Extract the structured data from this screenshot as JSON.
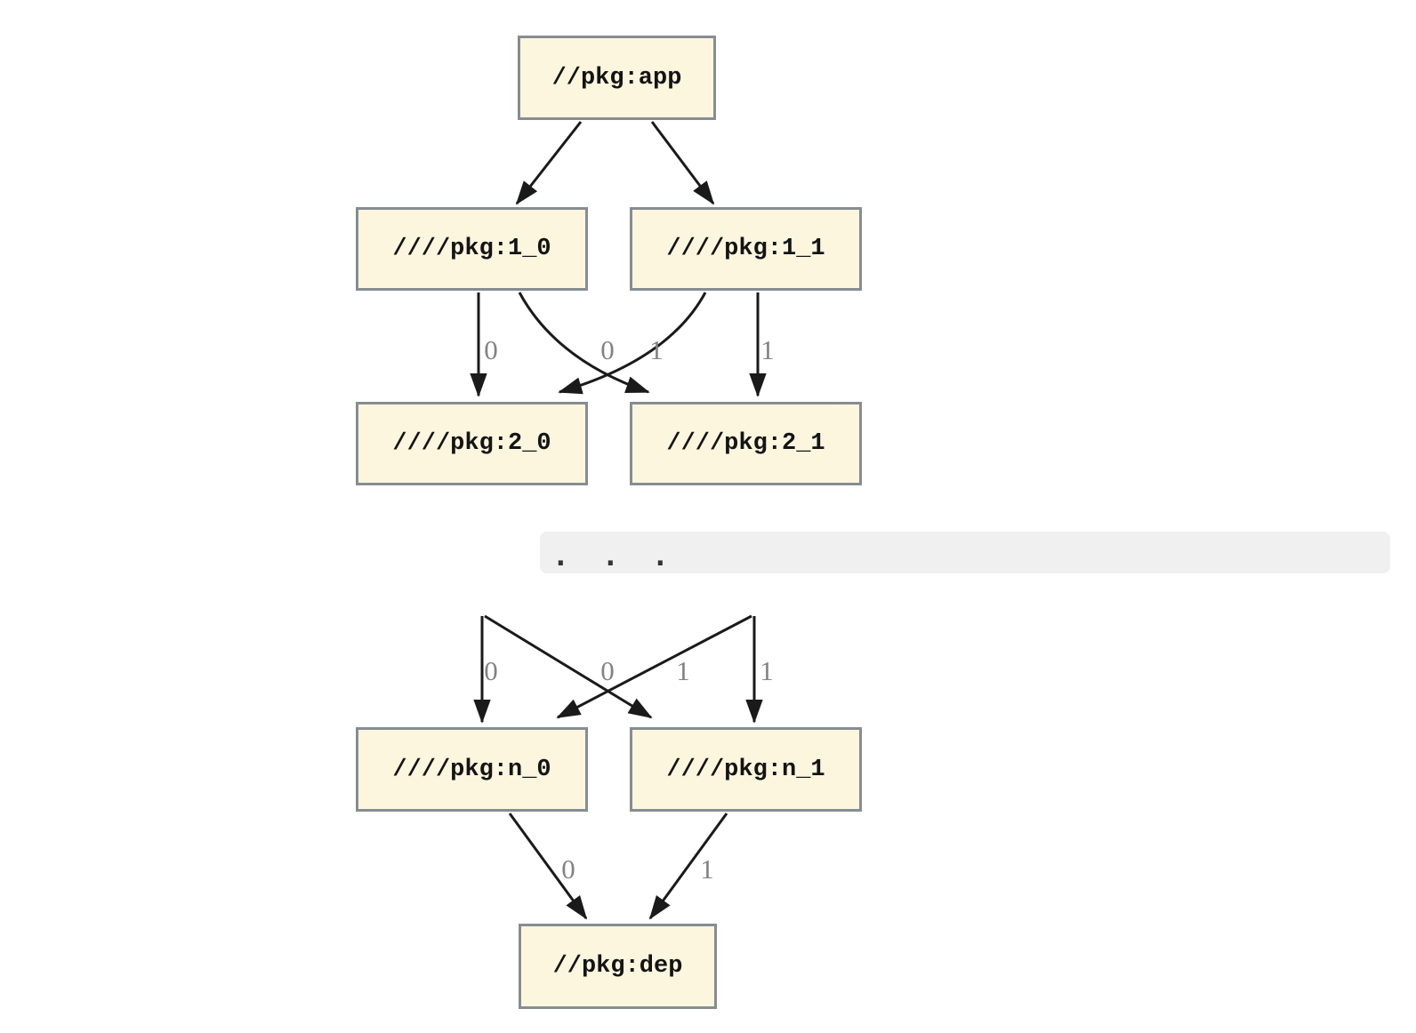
{
  "diagram": {
    "nodes": {
      "app": {
        "label": "//pkg:app"
      },
      "l1_0": {
        "label": "////pkg:1_0"
      },
      "l1_1": {
        "label": "////pkg:1_1"
      },
      "l2_0": {
        "label": "////pkg:2_0"
      },
      "l2_1": {
        "label": "////pkg:2_1"
      },
      "ln_0": {
        "label": "////pkg:n_0"
      },
      "ln_1": {
        "label": "////pkg:n_1"
      },
      "dep": {
        "label": "//pkg:dep"
      }
    },
    "edge_labels": {
      "upper": [
        "0",
        "0",
        "1",
        "1"
      ],
      "lower": [
        "0",
        "0",
        "1",
        "1"
      ],
      "bottom": [
        "0",
        "1"
      ]
    },
    "ellipsis": ".  .  .",
    "colors": {
      "node_fill": "#FCF6DE",
      "node_border": "#868D92",
      "edge": "#1A1A1A",
      "edge_label": "#828282",
      "ellipsis_band_bg": "#F0F0F0",
      "background": "#FFFFFF"
    }
  }
}
